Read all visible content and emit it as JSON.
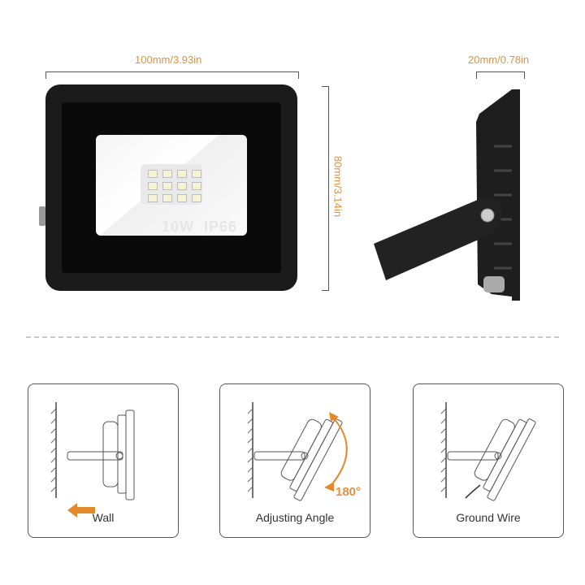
{
  "dimensions": {
    "width": "100mm/3.93in",
    "height": "80mm/3.14in",
    "depth": "20mm/0.78in"
  },
  "product": {
    "spec_label": "10W  IP66",
    "led_count": 12
  },
  "installation": [
    {
      "label": "Wall"
    },
    {
      "label": "Adjusting Angle",
      "angle": "180°"
    },
    {
      "label": "Ground Wire"
    }
  ],
  "colors": {
    "accent": "#e0913f",
    "body": "#1b1b1b"
  }
}
